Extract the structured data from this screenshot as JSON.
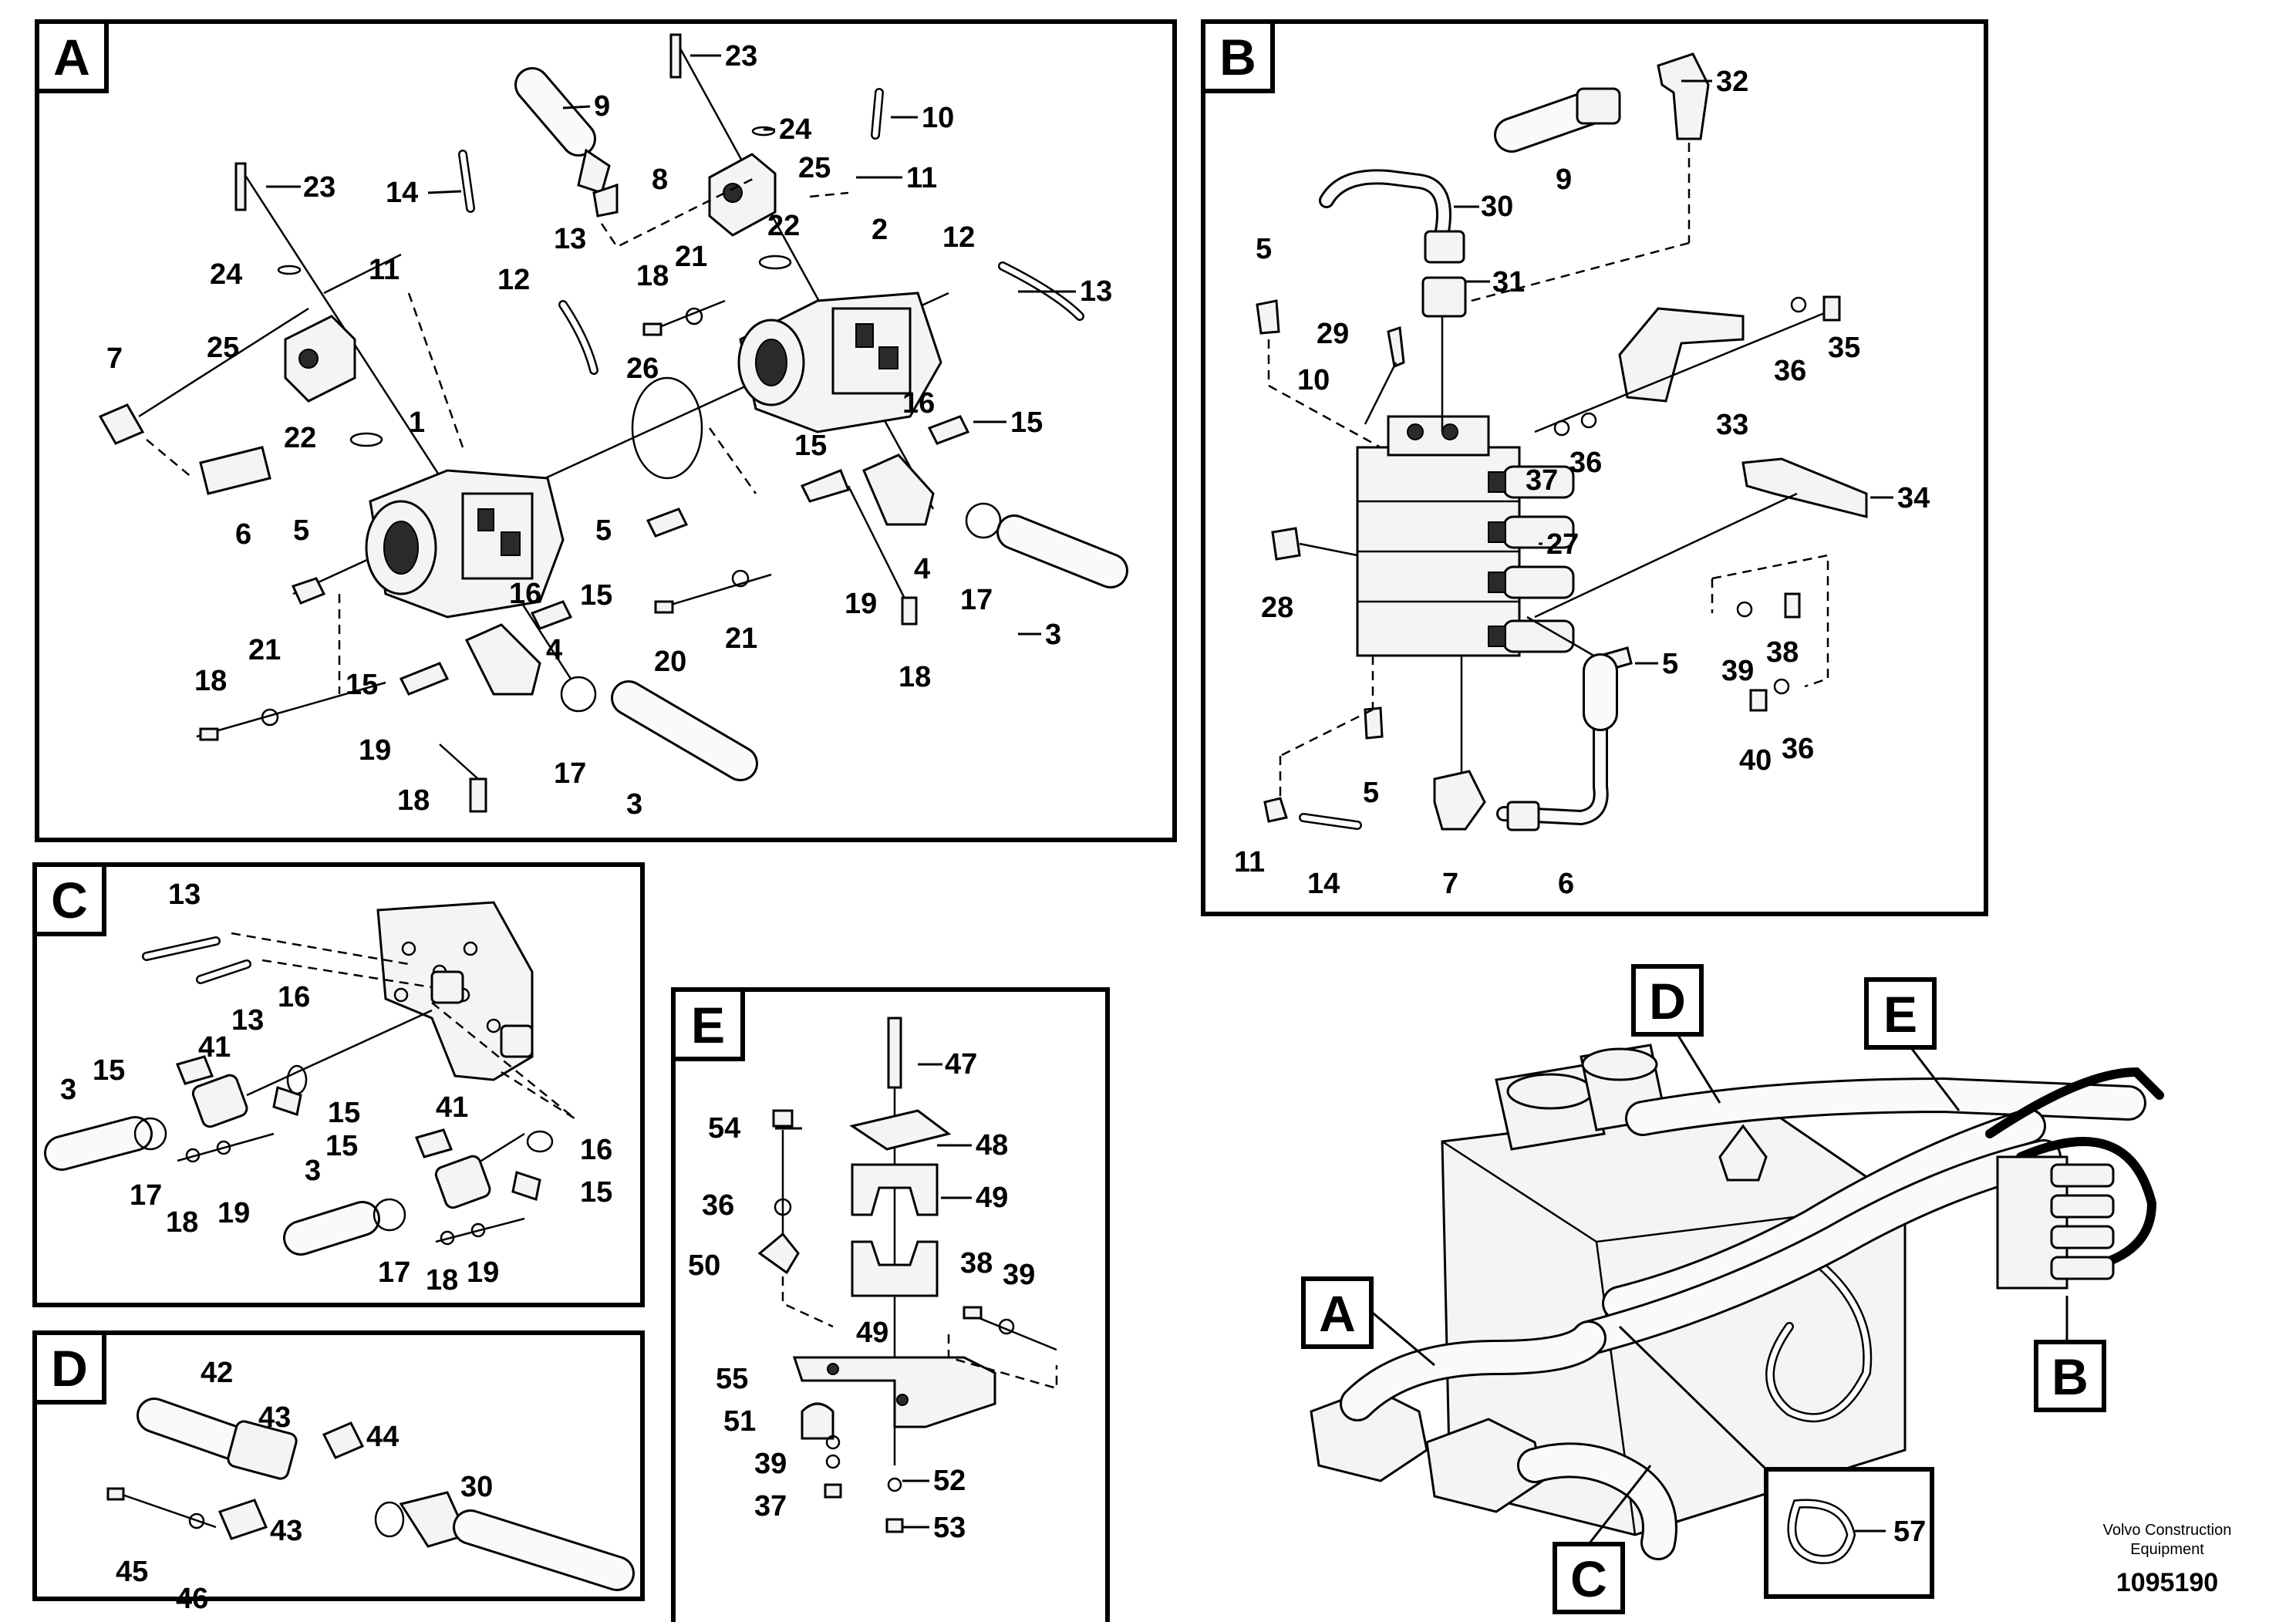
{
  "panels": {
    "A": {
      "tag": "A"
    },
    "B": {
      "tag": "B"
    },
    "C": {
      "tag": "C"
    },
    "D": {
      "tag": "D"
    },
    "E": {
      "tag": "E"
    }
  },
  "overview_callouts": {
    "A": "A",
    "B": "B",
    "C": "C",
    "D": "D",
    "E": "E",
    "part57": "57"
  },
  "footer": {
    "brand_line1": "Volvo Construction",
    "brand_line2": "Equipment",
    "drawing_number": "1095190"
  },
  "labels": {
    "a": [
      "23",
      "9",
      "24",
      "10",
      "25",
      "8",
      "11",
      "23",
      "14",
      "11",
      "22",
      "2",
      "12",
      "13",
      "12",
      "13",
      "24",
      "18",
      "21",
      "7",
      "25",
      "26",
      "16",
      "15",
      "22",
      "1",
      "15",
      "6",
      "5",
      "5",
      "4",
      "17",
      "3",
      "16",
      "15",
      "20",
      "21",
      "19",
      "18",
      "21",
      "18",
      "15",
      "4",
      "19",
      "17",
      "3",
      "18"
    ],
    "b": [
      "32",
      "9",
      "30",
      "5",
      "31",
      "29",
      "35",
      "10",
      "36",
      "33",
      "37",
      "36",
      "34",
      "27",
      "28",
      "5",
      "39",
      "38",
      "40",
      "36",
      "5",
      "11",
      "14",
      "7",
      "6"
    ],
    "c": [
      "13",
      "13",
      "16",
      "15",
      "41",
      "3",
      "15",
      "41",
      "3",
      "15",
      "16",
      "15",
      "17",
      "18",
      "19",
      "17",
      "18",
      "19"
    ],
    "d": [
      "42",
      "43",
      "44",
      "30",
      "43",
      "45",
      "46"
    ],
    "e": [
      "47",
      "54",
      "48",
      "36",
      "49",
      "50",
      "38",
      "39",
      "49",
      "55",
      "51",
      "52",
      "39",
      "37",
      "53"
    ]
  }
}
